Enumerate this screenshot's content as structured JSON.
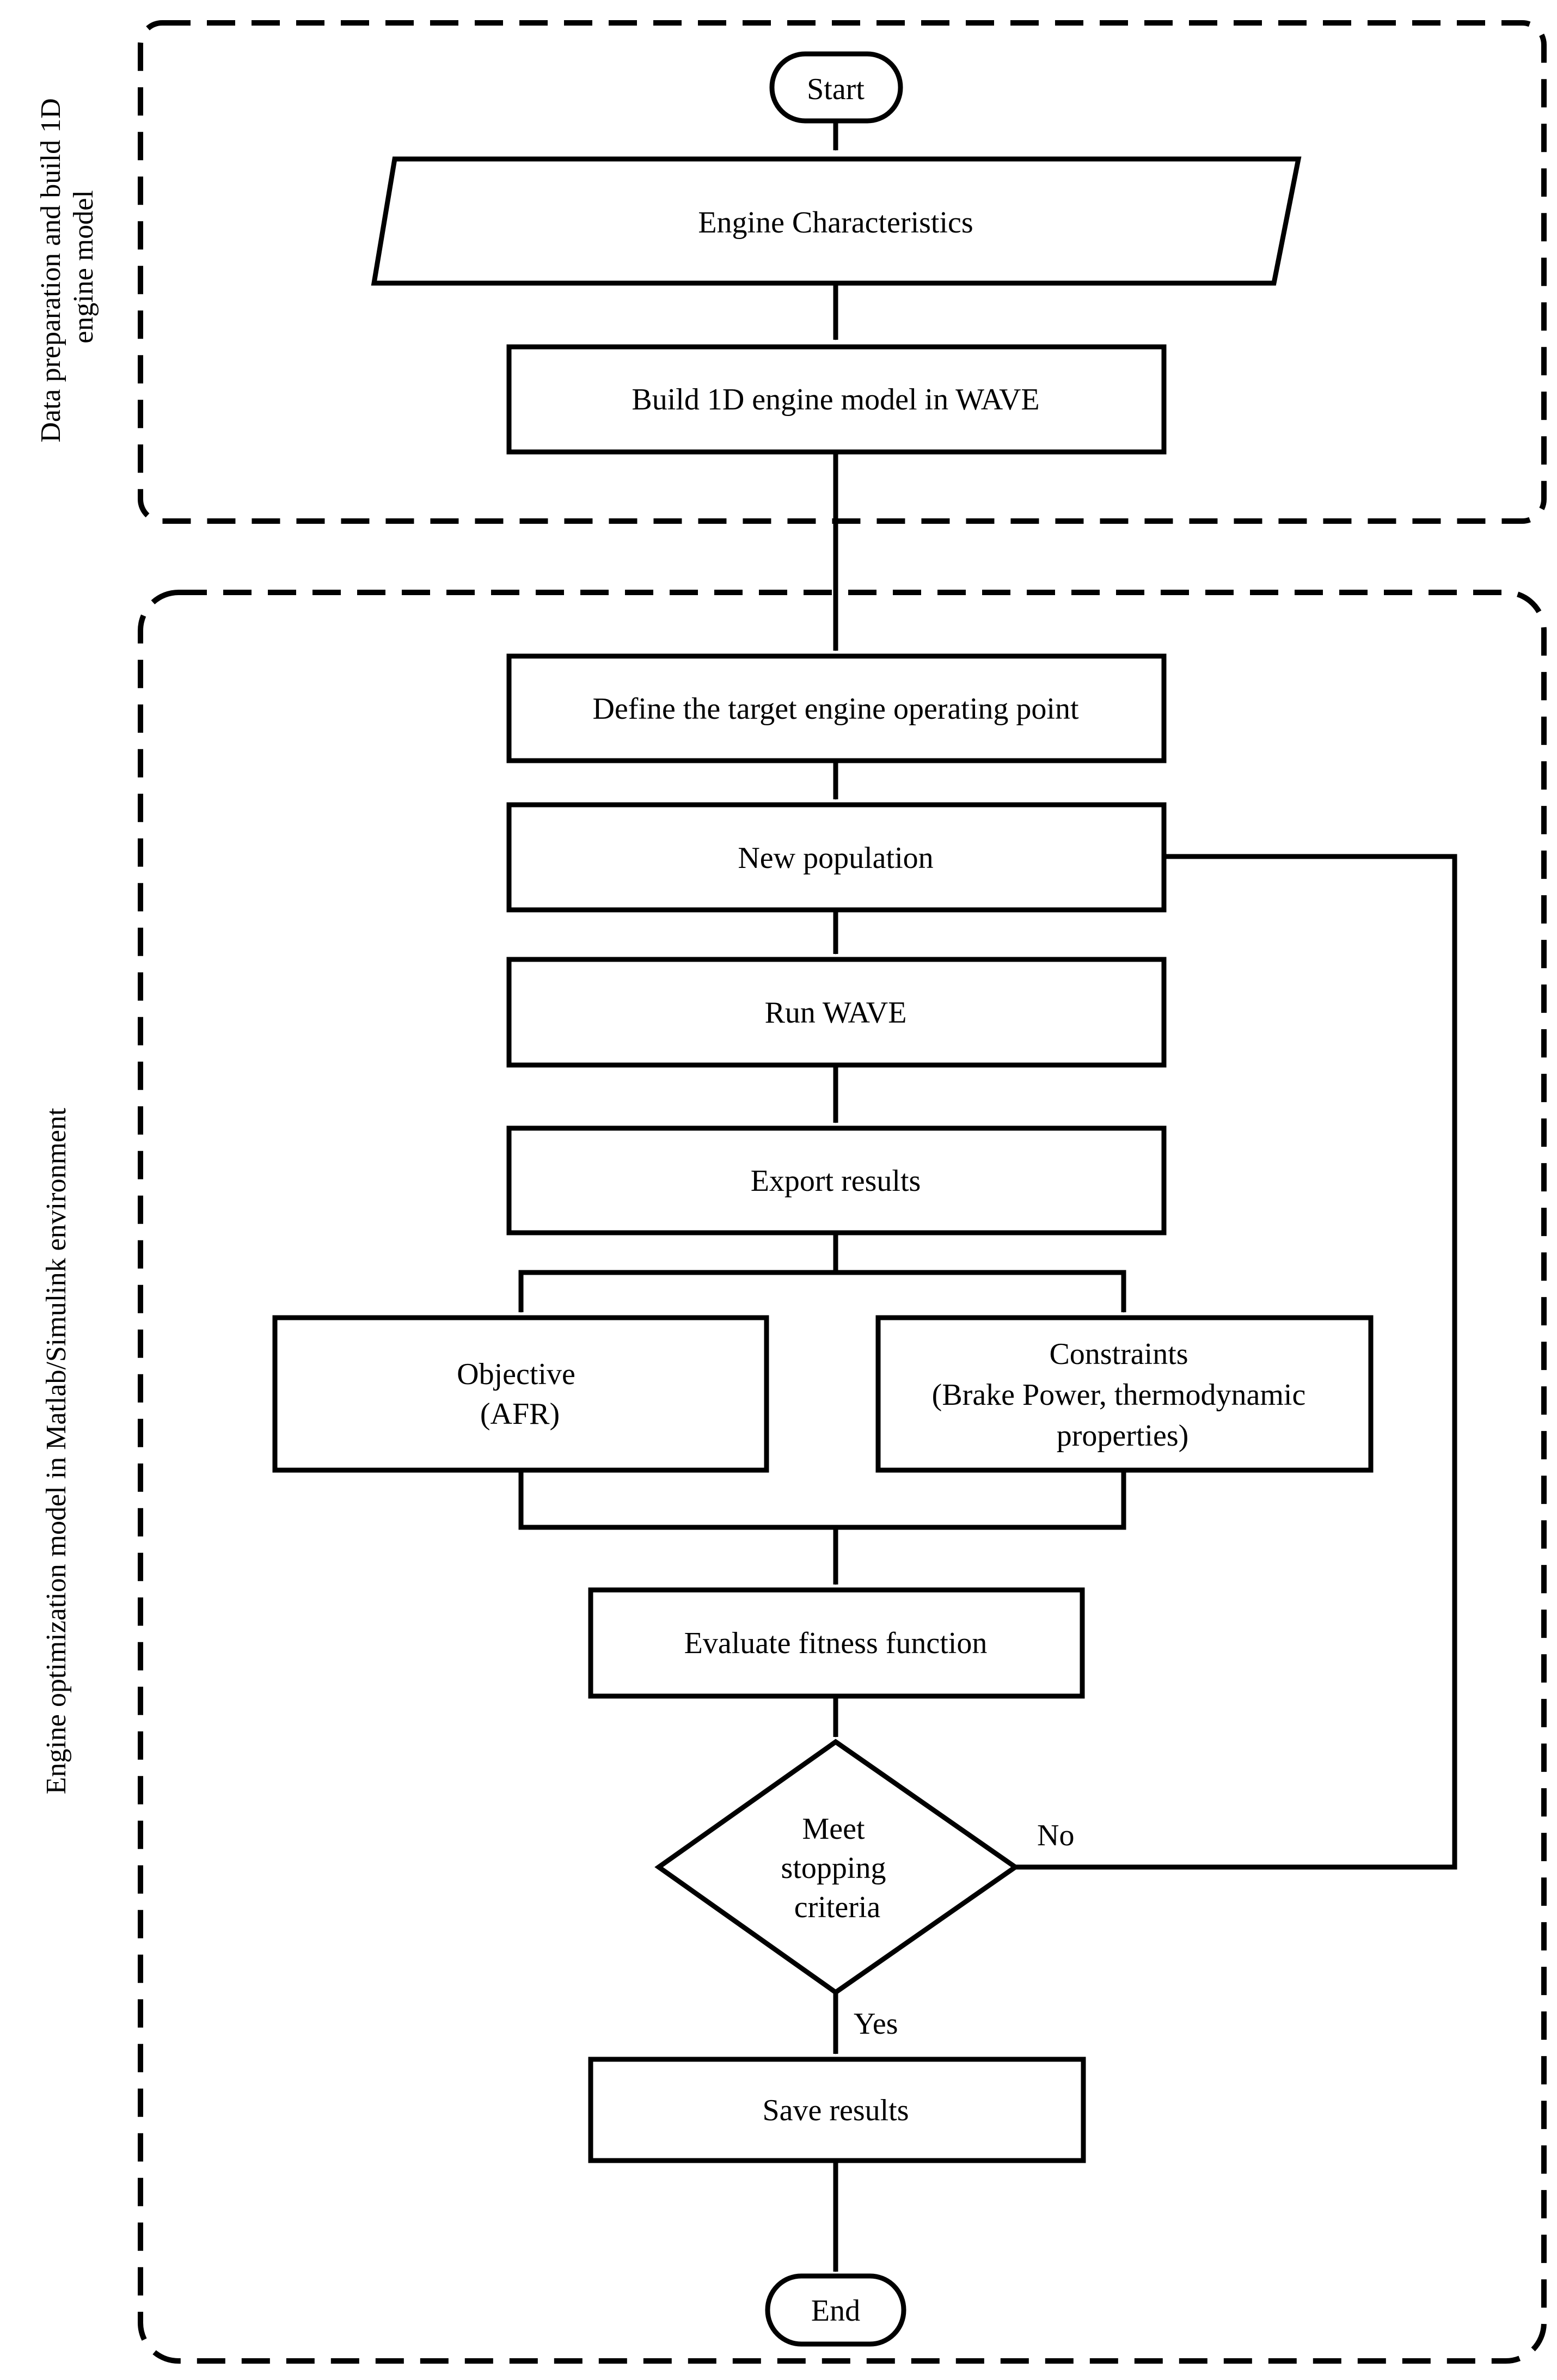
{
  "diagram": {
    "groups": {
      "prep": {
        "label_lines": [
          "Data preparation and build 1D",
          "engine model"
        ]
      },
      "optim": {
        "label_lines": [
          "Engine optimization model in Matlab/Simulink environment"
        ]
      }
    },
    "nodes": {
      "start": {
        "shape": "terminal",
        "lines": [
          "Start"
        ]
      },
      "engine_characteristics": {
        "shape": "parallelogram",
        "lines": [
          "Engine Characteristics"
        ]
      },
      "build_model": {
        "shape": "process",
        "lines": [
          "Build 1D engine model in WAVE"
        ]
      },
      "define_target": {
        "shape": "process",
        "lines": [
          "Define the target engine operating point"
        ]
      },
      "new_population": {
        "shape": "process",
        "lines": [
          "New population"
        ]
      },
      "run_wave": {
        "shape": "process",
        "lines": [
          "Run WAVE"
        ]
      },
      "export_results": {
        "shape": "process",
        "lines": [
          "Export results"
        ]
      },
      "objective": {
        "shape": "process",
        "lines": [
          "Objective",
          "(AFR)"
        ]
      },
      "constraints": {
        "shape": "process",
        "lines": [
          "Constraints",
          "(Brake Power, thermodynamic",
          "properties)"
        ]
      },
      "evaluate_fitness": {
        "shape": "process",
        "lines": [
          "Evaluate fitness function"
        ]
      },
      "stopping_criteria": {
        "shape": "decision",
        "lines": [
          "Meet",
          "stopping",
          "criteria"
        ]
      },
      "save_results": {
        "shape": "process",
        "lines": [
          "Save results"
        ]
      },
      "end": {
        "shape": "terminal",
        "lines": [
          "End"
        ]
      }
    },
    "edges": [
      {
        "from": "start",
        "to": "engine_characteristics",
        "label": ""
      },
      {
        "from": "engine_characteristics",
        "to": "build_model",
        "label": ""
      },
      {
        "from": "build_model",
        "to": "define_target",
        "label": ""
      },
      {
        "from": "define_target",
        "to": "new_population",
        "label": ""
      },
      {
        "from": "new_population",
        "to": "run_wave",
        "label": ""
      },
      {
        "from": "run_wave",
        "to": "export_results",
        "label": ""
      },
      {
        "from": "export_results",
        "to": "objective",
        "label": ""
      },
      {
        "from": "export_results",
        "to": "constraints",
        "label": ""
      },
      {
        "from": "objective",
        "to": "evaluate_fitness",
        "label": ""
      },
      {
        "from": "constraints",
        "to": "evaluate_fitness",
        "label": ""
      },
      {
        "from": "evaluate_fitness",
        "to": "stopping_criteria",
        "label": ""
      },
      {
        "from": "stopping_criteria",
        "to": "new_population",
        "label": "No"
      },
      {
        "from": "stopping_criteria",
        "to": "save_results",
        "label": "Yes"
      },
      {
        "from": "save_results",
        "to": "end",
        "label": ""
      }
    ]
  }
}
